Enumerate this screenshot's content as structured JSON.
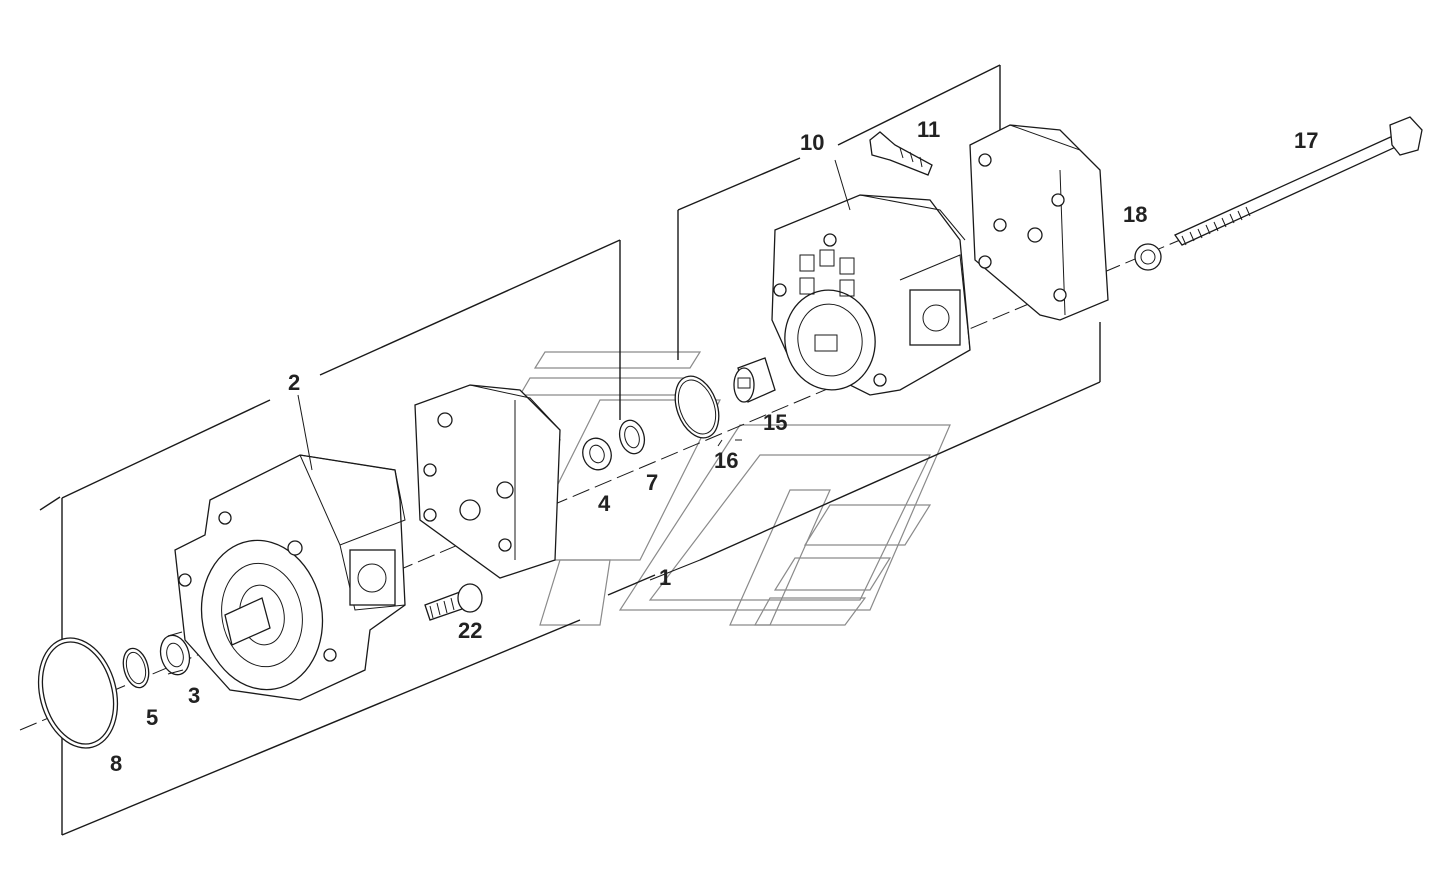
{
  "diagram": {
    "callouts": [
      {
        "id": "c1",
        "label": "1"
      },
      {
        "id": "c2",
        "label": "2"
      },
      {
        "id": "c3",
        "label": "3"
      },
      {
        "id": "c4",
        "label": "4"
      },
      {
        "id": "c5",
        "label": "5"
      },
      {
        "id": "c7",
        "label": "7"
      },
      {
        "id": "c8",
        "label": "8"
      },
      {
        "id": "c10",
        "label": "10"
      },
      {
        "id": "c11",
        "label": "11"
      },
      {
        "id": "c15",
        "label": "15"
      },
      {
        "id": "c16",
        "label": "16"
      },
      {
        "id": "c17",
        "label": "17"
      },
      {
        "id": "c18",
        "label": "18"
      },
      {
        "id": "c22",
        "label": "22"
      }
    ]
  }
}
